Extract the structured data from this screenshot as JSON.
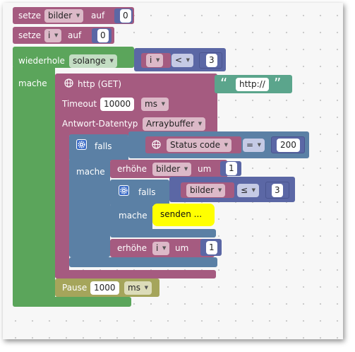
{
  "colors": {
    "variables": "#a55b80",
    "logic": "#5b80a5",
    "loops": "#5ba55b",
    "math": "#5b67a5",
    "text": "#5ba58c",
    "timeouts": "#a5a55b",
    "highlight": "#ffff00"
  },
  "icons": {
    "globe": "globe-icon",
    "gear": "gear-icon"
  },
  "blocks": {
    "set_bilder": {
      "keyword": "setze",
      "variable": "bilder",
      "to_label": "auf",
      "value": "0"
    },
    "set_i": {
      "keyword": "setze",
      "variable": "i",
      "to_label": "auf",
      "value": "0"
    },
    "while_loop": {
      "keyword": "wiederhole",
      "mode": "solange",
      "do_label": "mache",
      "condition": {
        "left": "i",
        "operator": "<",
        "right": "3"
      }
    },
    "http_request": {
      "title": "http (GET)",
      "url": "http://",
      "quote_open": "“",
      "quote_close": "”",
      "timeout_label": "Timeout",
      "timeout_value": "10000",
      "timeout_unit": "ms",
      "response_type_label": "Antwort-Datentyp",
      "response_type_value": "Arraybuffer"
    },
    "if_status": {
      "keyword": "falls",
      "do_label": "mache",
      "condition": {
        "left": "Status code",
        "operator": "=",
        "right": "200"
      }
    },
    "increase_bilder": {
      "keyword": "erhöhe",
      "variable": "bilder",
      "by_label": "um",
      "value": "1"
    },
    "if_bilder": {
      "keyword": "falls",
      "do_label": "mache",
      "condition": {
        "left": "bilder",
        "operator": "≤",
        "right": "3"
      }
    },
    "send_function": {
      "label": "senden ..."
    },
    "increase_i": {
      "keyword": "erhöhe",
      "variable": "i",
      "by_label": "um",
      "value": "1"
    },
    "pause": {
      "keyword": "Pause",
      "value": "1000",
      "unit": "ms"
    }
  }
}
